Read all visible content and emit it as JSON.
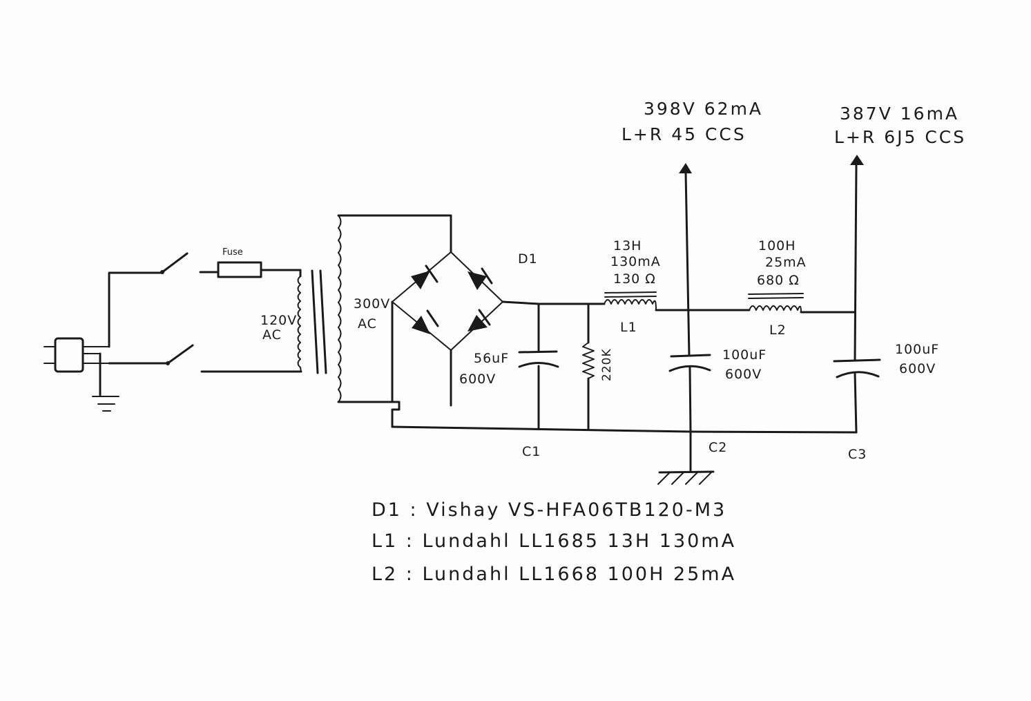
{
  "rails": {
    "rail1": {
      "voltage_current": "398V 62mA",
      "load": "L+R 45 CCS"
    },
    "rail2": {
      "voltage_current": "387V 16mA",
      "load": "L+R 6J5 CCS"
    }
  },
  "fuse": {
    "label": "Fuse"
  },
  "transformer": {
    "primary": [
      "120V",
      "AC"
    ],
    "secondary": [
      "300V",
      "AC"
    ]
  },
  "bridge": {
    "label": "D1"
  },
  "c1": {
    "value": "56uF",
    "voltage": "600V",
    "ref": "C1"
  },
  "bleeder": {
    "value": "220K"
  },
  "l1": {
    "inductance": "13H",
    "current": "130mA",
    "resistance": "130 Ω",
    "ref": "L1"
  },
  "l2": {
    "inductance": "100H",
    "current": "25mA",
    "resistance": "680 Ω",
    "ref": "L2"
  },
  "c2": {
    "value": "100uF",
    "voltage": "600V",
    "ref": "C2"
  },
  "c3": {
    "value": "100uF",
    "voltage": "600V",
    "ref": "C3"
  },
  "parts_list": [
    "D1 : Vishay VS-HFA06TB120-M3",
    "L1 : Lundahl LL1685 13H 130mA",
    "L2 : Lundahl LL1668 100H 25mA"
  ]
}
